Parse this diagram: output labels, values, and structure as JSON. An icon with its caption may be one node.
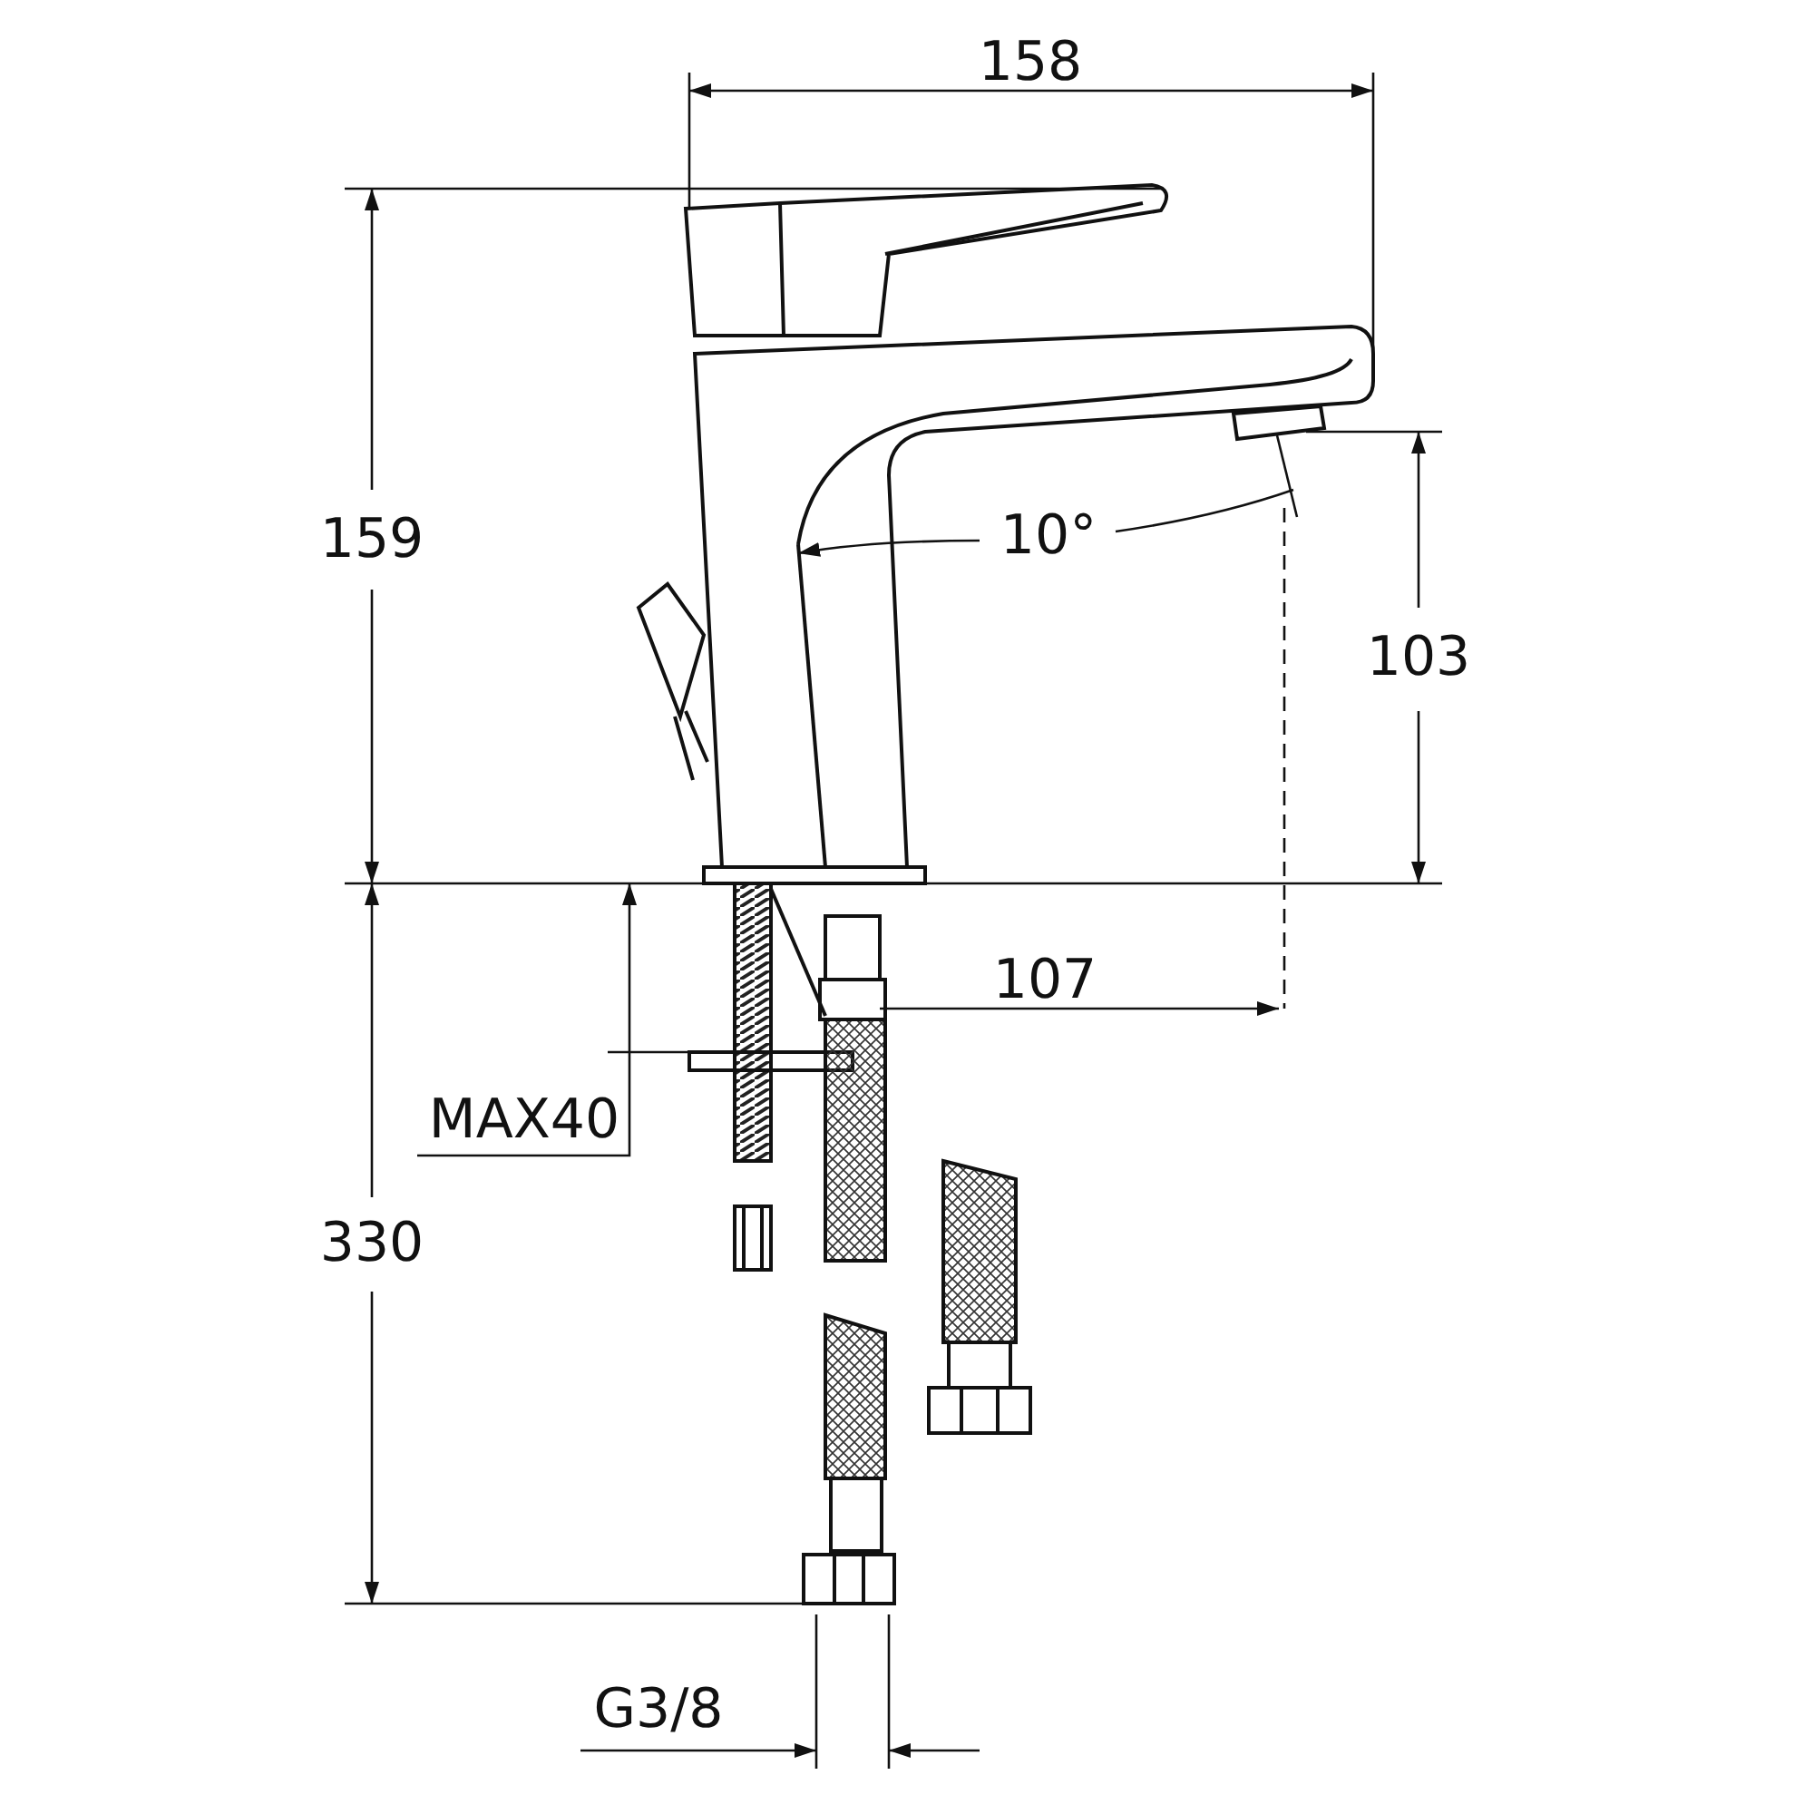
{
  "diagram": {
    "labels": [
      "158",
      "159",
      "10°",
      "103",
      "107",
      "MAX40",
      "330",
      "G3/8"
    ]
  }
}
